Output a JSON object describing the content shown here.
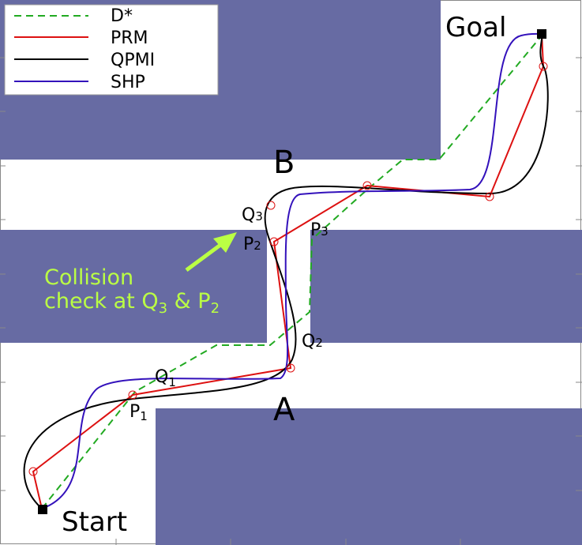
{
  "legend": {
    "entries": [
      {
        "name": "D*",
        "color": "#22aa22",
        "style": "dashed"
      },
      {
        "name": "PRM",
        "color": "#dd1111",
        "style": "solid"
      },
      {
        "name": "QPMI",
        "color": "#000000",
        "style": "solid"
      },
      {
        "name": "SHP",
        "color": "#3311bb",
        "style": "solid"
      }
    ]
  },
  "labels": {
    "goal": "Goal",
    "start": "Start",
    "region_a": "A",
    "region_b": "B",
    "annotation_line1": "Collision",
    "annotation_line2": "check at Q",
    "annotation_sub_q": "3",
    "annotation_amp": " & P",
    "annotation_sub_p": "2"
  },
  "points": [
    {
      "base": "Q",
      "sub": "1"
    },
    {
      "base": "Q",
      "sub": "2"
    },
    {
      "base": "Q",
      "sub": "3"
    },
    {
      "base": "P",
      "sub": "1"
    },
    {
      "base": "P",
      "sub": "2"
    },
    {
      "base": "P",
      "sub": "3"
    }
  ],
  "colors": {
    "obstacle": "#676ba3",
    "d_star": "#22aa22",
    "prm": "#dd1111",
    "qpmi": "#000000",
    "shp": "#3311bb",
    "annotation": "#bbff44"
  }
}
